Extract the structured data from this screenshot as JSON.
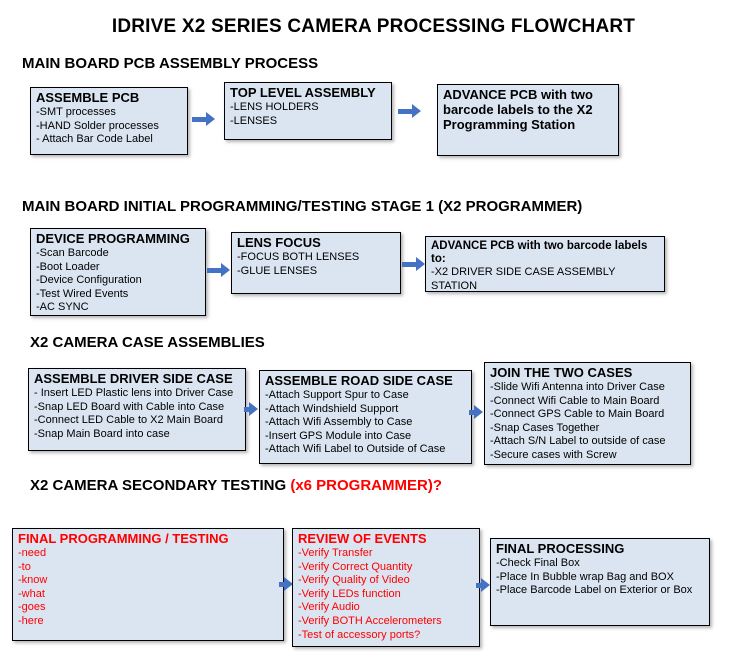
{
  "title": "IDRIVE X2  SERIES CAMERA PROCESSING FLOWCHART",
  "colors": {
    "background": "#ffffff",
    "box_fill": "#dbe5f1",
    "box_border": "#000000",
    "arrow": "#4472c4",
    "alert_red": "#ff0000"
  },
  "sections": [
    {
      "heading": "MAIN BOARD PCB ASSEMBLY PROCESS",
      "boxes": [
        {
          "title": "ASSEMBLE PCB",
          "items": [
            "-SMT processes",
            "-HAND Solder processes",
            "- Attach Bar Code Label"
          ]
        },
        {
          "title": "TOP LEVEL ASSEMBLY",
          "items": [
            "-LENS HOLDERS",
            "-LENSES"
          ]
        },
        {
          "title": "ADVANCE PCB with two barcode labels to the X2 Programming Station",
          "items": []
        }
      ]
    },
    {
      "heading": "MAIN BOARD INITIAL PROGRAMMING/TESTING STAGE 1 (X2 PROGRAMMER)",
      "boxes": [
        {
          "title": "DEVICE PROGRAMMING",
          "items": [
            "-Scan Barcode",
            "-Boot Loader",
            "-Device Configuration",
            "-Test Wired Events",
            "-AC SYNC"
          ]
        },
        {
          "title": "LENS FOCUS",
          "items": [
            "-FOCUS BOTH LENSES",
            "-GLUE LENSES"
          ]
        },
        {
          "title": "ADVANCE PCB with two barcode labels to:",
          "items": [
            "-X2 DRIVER  SIDE  CASE  ASSEMBLY STATION"
          ]
        }
      ]
    },
    {
      "heading": "X2 CAMERA CASE ASSEMBLIES",
      "boxes": [
        {
          "title": "ASSEMBLE DRIVER SIDE CASE",
          "items": [
            "- Insert LED Plastic lens into Driver Case",
            "-Snap LED Board with Cable into Case",
            "-Connect LED Cable to X2 Main Board",
            "-Snap Main Board into case"
          ]
        },
        {
          "title": "ASSEMBLE ROAD SIDE CASE",
          "items": [
            "-Attach Support Spur to Case",
            "-Attach Windshield Support",
            "-Attach Wifi Assembly to Case",
            "-Insert GPS Module into Case",
            "-Attach Wifi Label to Outside of Case"
          ]
        },
        {
          "title": "JOIN THE TWO CASES",
          "items": [
            "-Slide Wifi Antenna into Driver Case",
            "-Connect Wifi Cable to Main Board",
            "-Connect GPS Cable to Main Board",
            "-Snap Cases Together",
            "-Attach S/N Label to outside of case",
            "-Secure cases with Screw"
          ]
        }
      ]
    },
    {
      "heading": "X2 CAMERA SECONDARY TESTING",
      "heading_red": "  (x6 PROGRAMMER)?",
      "boxes": [
        {
          "title": "FINAL PROGRAMMING / TESTING",
          "color": "#ff0000",
          "items": [
            "-need",
            "-to",
            "-know",
            "-what",
            "-goes",
            "-here"
          ]
        },
        {
          "title": "REVIEW OF EVENTS",
          "color": "#ff0000",
          "items": [
            "-Verify Transfer",
            "-Verify Correct Quantity",
            "-Verify Quality of Video",
            "-Verify LEDs function",
            "-Verify Audio",
            "-Verify BOTH Accelerometers",
            "-Test of accessory ports?"
          ]
        },
        {
          "title": "FINAL PROCESSING",
          "items": [
            "-Check Final Box",
            "-Place In Bubble wrap Bag and BOX",
            "-Place Barcode Label on Exterior or Box"
          ]
        }
      ]
    }
  ]
}
